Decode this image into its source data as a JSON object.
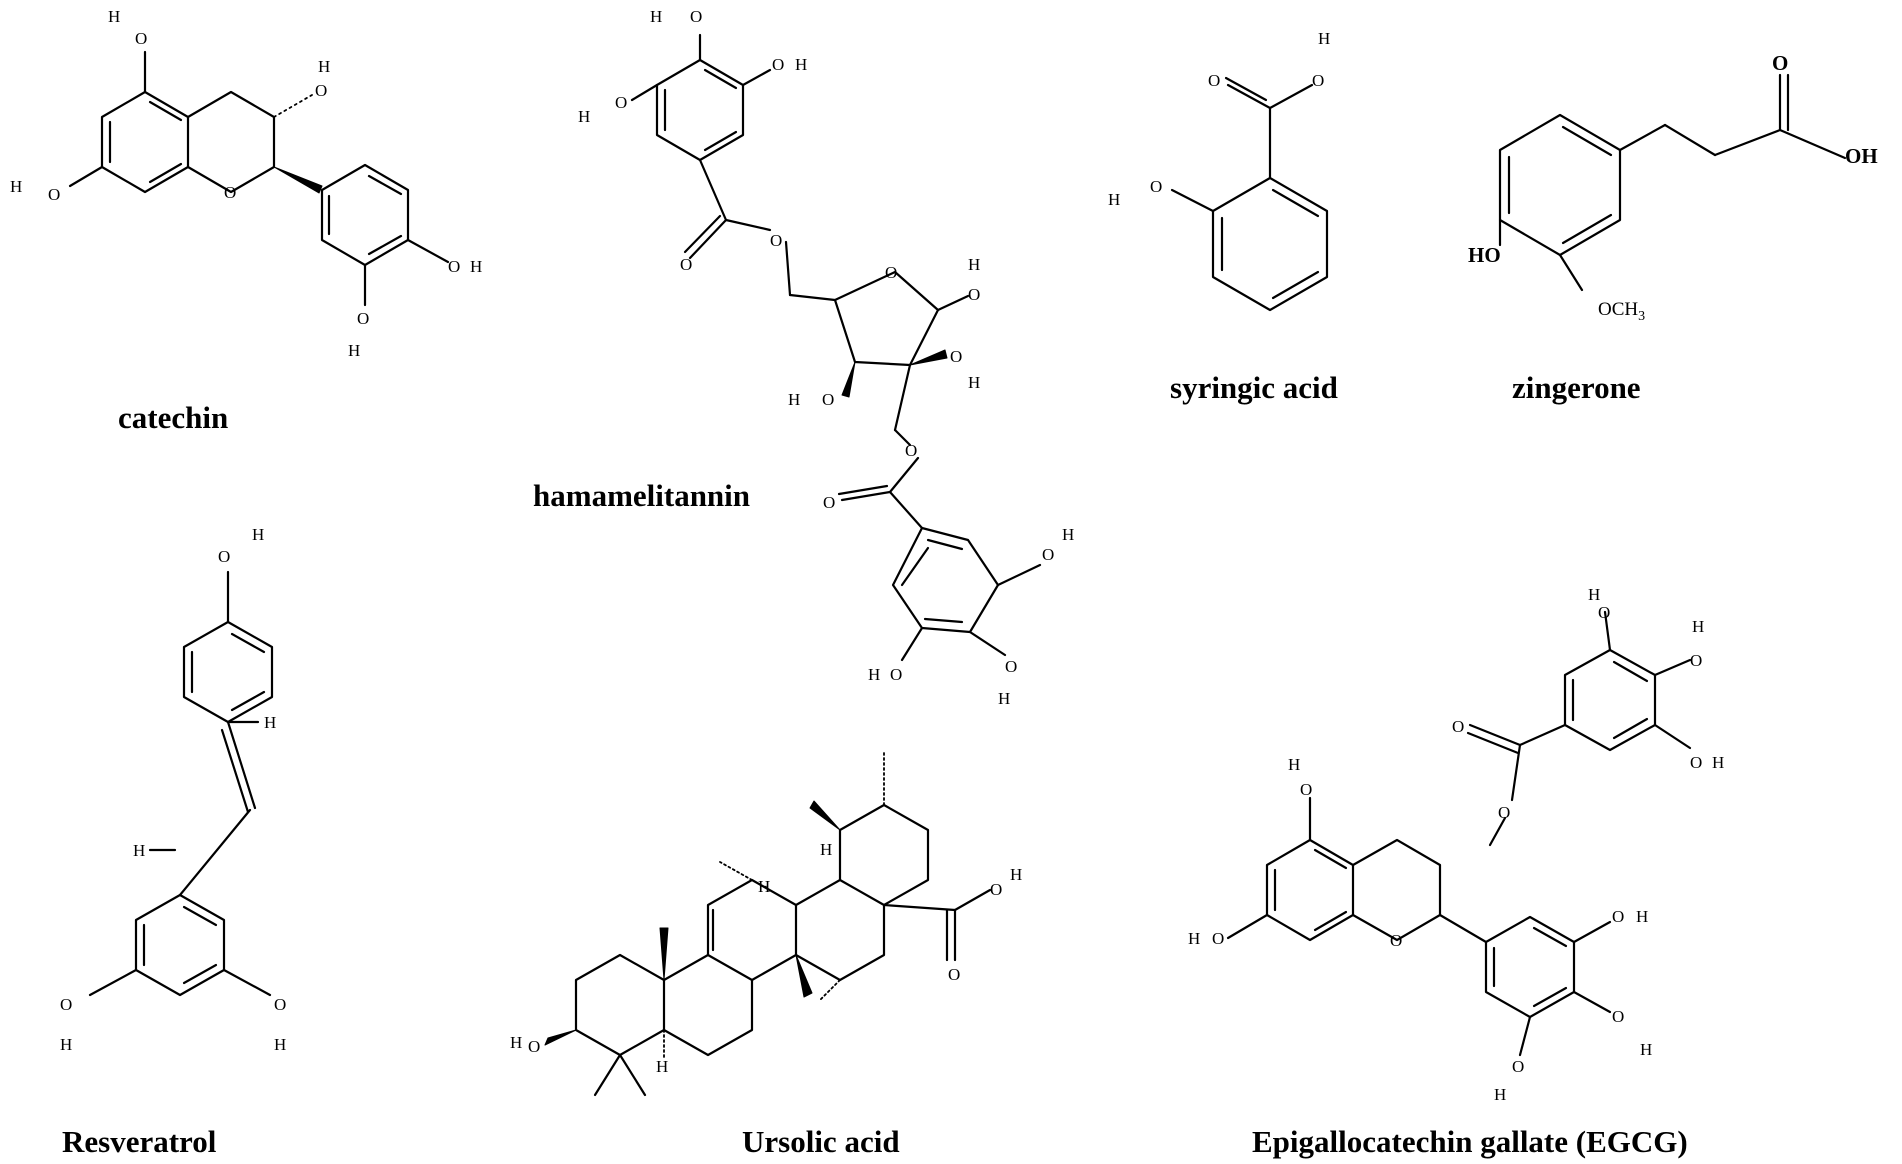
{
  "compounds": [
    {
      "id": "catechin",
      "name": "catechin"
    },
    {
      "id": "hamamelitannin",
      "name": "hamamelitannin"
    },
    {
      "id": "syringic",
      "name": "syringic acid"
    },
    {
      "id": "zingerone",
      "name": "zingerone"
    },
    {
      "id": "resveratrol",
      "name": "Resveratrol"
    },
    {
      "id": "ursolic",
      "name": "Ursolic acid"
    },
    {
      "id": "egcg",
      "name": "Epigallocatechin gallate (EGCG)"
    }
  ],
  "atom_labels": {
    "H": "H",
    "O": "O",
    "OH": "OH",
    "HO": "HO",
    "OCH3_main": "OCH",
    "OCH3_sub": "3"
  }
}
